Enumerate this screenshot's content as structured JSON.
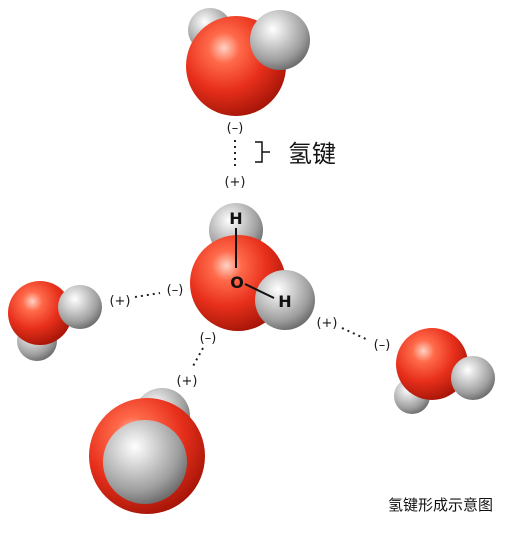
{
  "colors": {
    "oxygen": "#e8301c",
    "hydrogen": "#a8a8a8",
    "dotted_line": "#222222"
  },
  "labels": {
    "hydrogen_bond": "氢键",
    "caption": "氢键形成示意图",
    "atom_H": "H",
    "atom_O": "O"
  },
  "charges": {
    "negative": "(–)",
    "positive": "(+)"
  }
}
